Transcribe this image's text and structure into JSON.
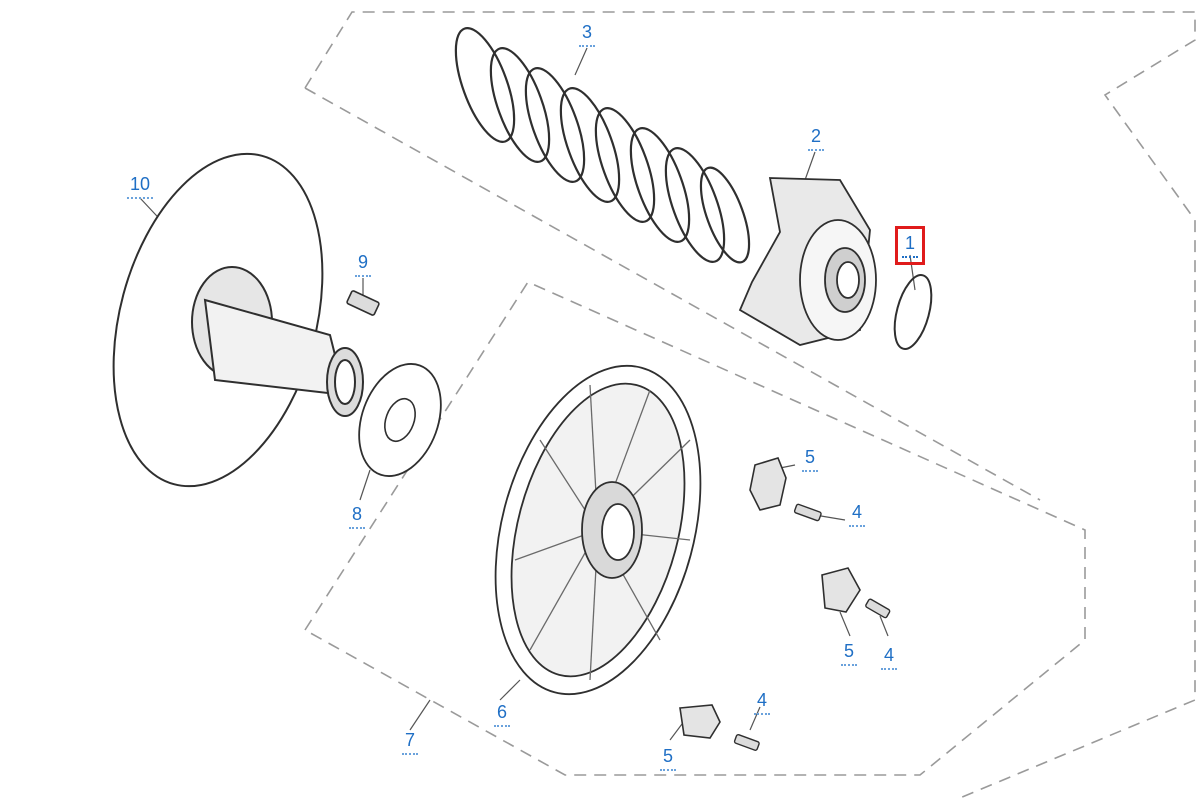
{
  "highlight_color": "#e01b1b",
  "callout_color": "#1f6fc5",
  "callouts": [
    {
      "id": "c1",
      "label": "1",
      "highlighted": true
    },
    {
      "id": "c2",
      "label": "2"
    },
    {
      "id": "c3",
      "label": "3"
    },
    {
      "id": "c4a",
      "label": "4"
    },
    {
      "id": "c4b",
      "label": "4"
    },
    {
      "id": "c4c",
      "label": "4"
    },
    {
      "id": "c5a",
      "label": "5"
    },
    {
      "id": "c5b",
      "label": "5"
    },
    {
      "id": "c5c",
      "label": "5"
    },
    {
      "id": "c6",
      "label": "6"
    },
    {
      "id": "c7",
      "label": "7"
    },
    {
      "id": "c8",
      "label": "8"
    },
    {
      "id": "c9",
      "label": "9"
    },
    {
      "id": "c10",
      "label": "10"
    }
  ]
}
